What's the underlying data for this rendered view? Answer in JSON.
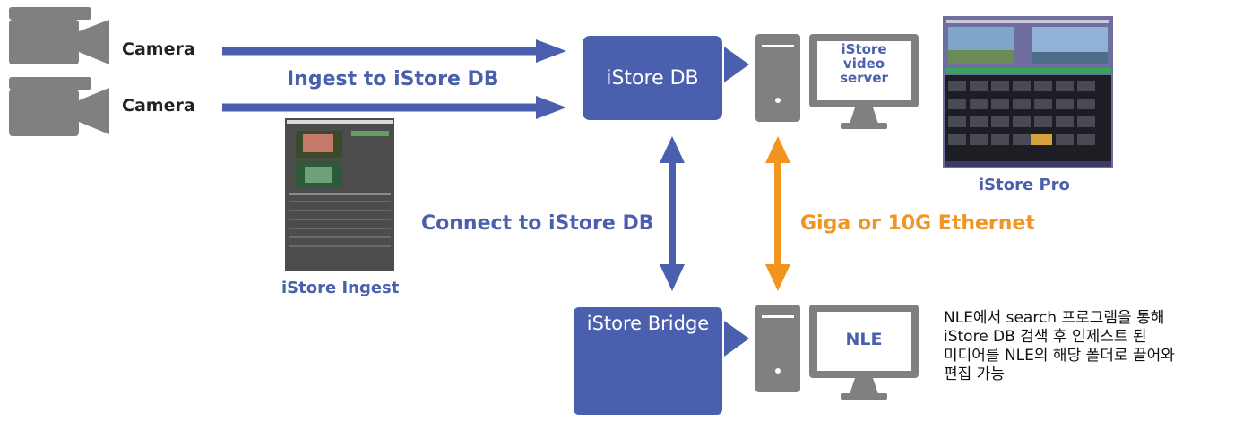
{
  "cameras": [
    {
      "label": "Camera"
    },
    {
      "label": "Camera"
    }
  ],
  "labels": {
    "ingest_arrow": "Ingest to iStore DB",
    "connect_arrow": "Connect to iStore DB",
    "ethernet_arrow": "Giga or 10G Ethernet"
  },
  "nodes": {
    "db": "iStore DB",
    "video_server_line1": "iStore",
    "video_server_line2": "video",
    "video_server_line3": "server",
    "nle": "NLE",
    "bridge": "iStore Bridge",
    "istore_pro_caption": "iStore Pro",
    "istore_ingest_caption": "iStore Ingest"
  },
  "note": {
    "line1": "NLE에서 search 프로그램을 통해",
    "line2": "iStore DB 검색 후 인제스트 된",
    "line3": "미디어를 NLE의 해당 폴더로 끌어와",
    "line4": "편집 가능"
  },
  "colors": {
    "blue": "#4a5fad",
    "orange": "#f29420",
    "gray": "#808080"
  }
}
